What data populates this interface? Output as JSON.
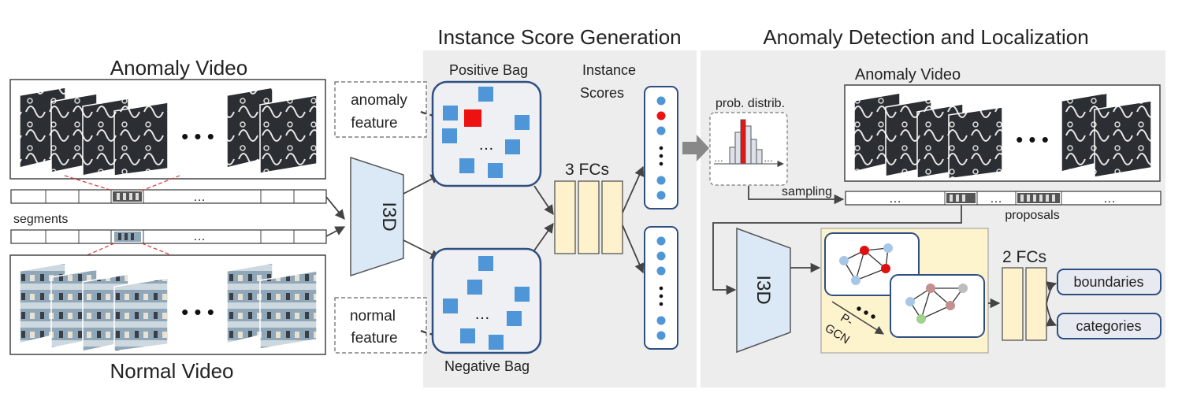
{
  "left": {
    "anomaly_video_title": "Anomaly Video",
    "normal_video_title": "Normal Video",
    "segments_label": "segments",
    "ellipsis": "…",
    "big_dots": "• • •"
  },
  "i3d_label": "I3D",
  "feature_labels": {
    "anomaly_line1": "anomaly",
    "anomaly_line2": "feature",
    "normal_line1": "normal",
    "normal_line2": "feature"
  },
  "isg": {
    "title": "Instance Score Generation",
    "positive_bag": "Positive Bag",
    "negative_bag": "Negative Bag",
    "instance_scores_line1": "Instance",
    "instance_scores_line2": "Scores",
    "three_fcs": "3 FCs",
    "ellipsis": "…"
  },
  "adl": {
    "title": "Anomaly Detection and Localization",
    "anomaly_video": "Anomaly Video",
    "prob_distrib": "prob. distrib.",
    "sampling": "sampling",
    "proposals": "proposals",
    "i3d": "I3D",
    "pgcn_line1": "P-",
    "pgcn_line2": "GCN",
    "two_fcs": "2 FCs",
    "boundaries": "boundaries",
    "categories": "categories",
    "ellipsis": "…",
    "big_dots": "• • •"
  },
  "colors": {
    "panel_bg": "#ededed",
    "bag_border": "#2f4f82",
    "feature_square": "#4f96d8",
    "anomaly_square": "#ee1111",
    "fc_fill": "#fdf2cc",
    "i3d_fill": "#dbe8f5",
    "gcn_bg": "#fdf3cc",
    "output_fill": "#e7ebf1",
    "arrow": "#444444"
  }
}
